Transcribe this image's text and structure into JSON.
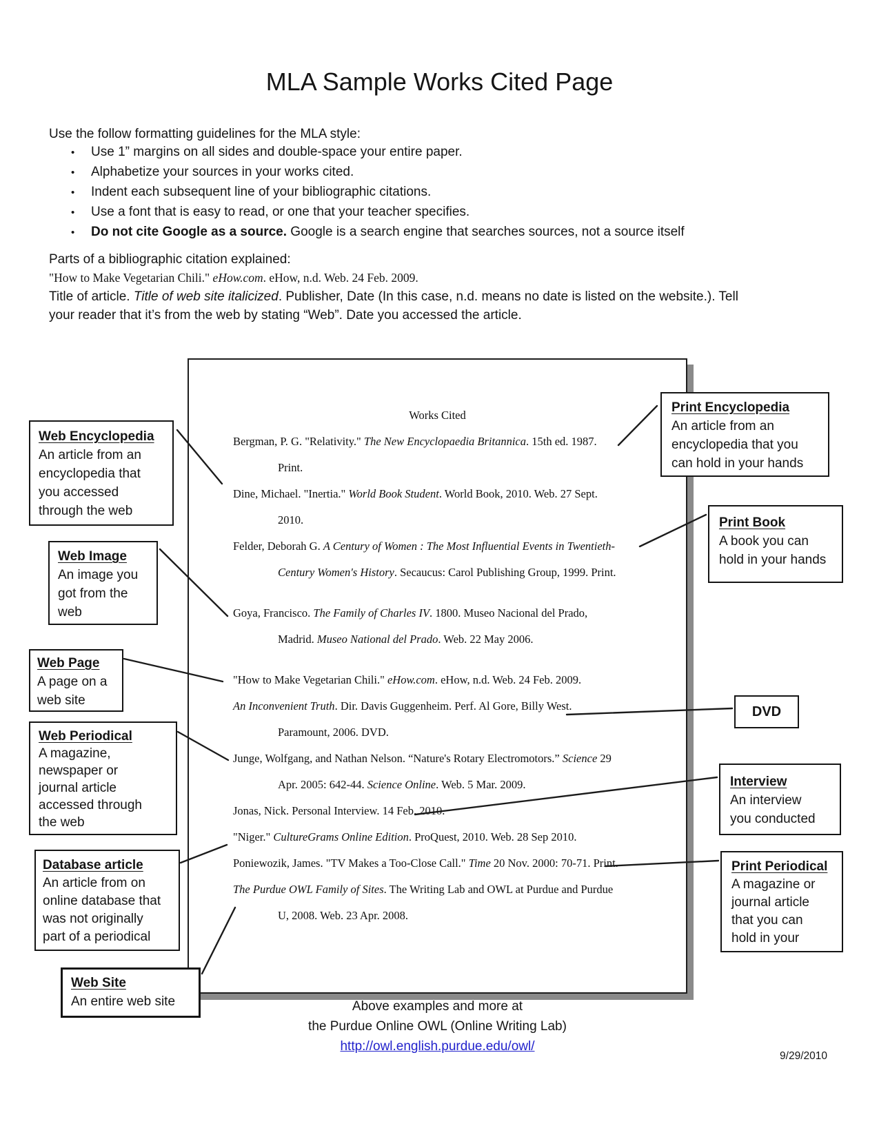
{
  "page": {
    "title": "MLA Sample Works Cited Page",
    "intro": "Use the follow formatting guidelines for the MLA style:",
    "bullet": "•",
    "bullets": [
      {
        "bold": "",
        "text": "Use 1” margins on all sides and double-space your entire paper."
      },
      {
        "bold": "",
        "text": "Alphabetize your sources in your works cited."
      },
      {
        "bold": "",
        "text": "Indent each subsequent line of your bibliographic citations."
      },
      {
        "bold": "",
        "text": "Use a font that is easy to read, or one that your teacher specifies."
      },
      {
        "bold": "Do not cite Google as a source.",
        "text": " Google is a search engine that searches sources, not a source itself"
      }
    ],
    "parts_heading": "Parts of a bibliographic citation explained:",
    "parts_example": [
      {
        "t": "\"How to Make Vegetarian Chili.\" ",
        "i": false
      },
      {
        "t": "eHow.com",
        "i": true
      },
      {
        "t": ". eHow, n.d. Web. 24 Feb. 2009.",
        "i": false
      }
    ],
    "parts_explanation": [
      [
        {
          "t": "Title of article. ",
          "i": false
        },
        {
          "t": "Title of web site italicized",
          "i": true
        },
        {
          "t": ". Publisher, Date (In this case, n.d. means no date is listed on the website.). Tell",
          "i": false
        }
      ],
      [
        {
          "t": "your reader that it’s from the web by stating “Web”. Date you accessed the article.",
          "i": false
        }
      ]
    ]
  },
  "works_cited": {
    "heading": "Works Cited",
    "citations": [
      {
        "gap": false,
        "lines": [
          {
            "indent": 0,
            "parts": [
              {
                "t": "Bergman, P. G. \"Relativity.\" ",
                "i": false
              },
              {
                "t": "The New Encyclopaedia Britannica",
                "i": true
              },
              {
                "t": ". 15th ed. 1987.",
                "i": false
              }
            ]
          },
          {
            "indent": 1,
            "parts": [
              {
                "t": "Print.",
                "i": false
              }
            ]
          }
        ]
      },
      {
        "gap": false,
        "lines": [
          {
            "indent": 0,
            "parts": [
              {
                "t": "Dine, Michael. \"Inertia.\" ",
                "i": false
              },
              {
                "t": "World Book Student",
                "i": true
              },
              {
                "t": ". World Book, 2010. Web. 27 Sept.",
                "i": false
              }
            ]
          },
          {
            "indent": 1,
            "parts": [
              {
                "t": "2010.",
                "i": false
              }
            ]
          }
        ]
      },
      {
        "gap": false,
        "lines": [
          {
            "indent": 0,
            "parts": [
              {
                "t": "Felder, Deborah G. ",
                "i": false
              },
              {
                "t": "A Century of Women : The Most Influential Events in Twentieth-",
                "i": true
              }
            ]
          },
          {
            "indent": 1,
            "parts": [
              {
                "t": "Century Women's History",
                "i": true
              },
              {
                "t": ". Secaucus: Carol Publishing Group, 1999. Print.",
                "i": false
              }
            ]
          }
        ]
      },
      {
        "gap": true,
        "lines": [
          {
            "indent": 0,
            "parts": [
              {
                "t": "Goya, Francisco. ",
                "i": false
              },
              {
                "t": "The Family of Charles IV",
                "i": true
              },
              {
                "t": ". 1800. Museo Nacional del Prado,",
                "i": false
              }
            ]
          },
          {
            "indent": 1,
            "parts": [
              {
                "t": "Madrid. ",
                "i": false
              },
              {
                "t": "Museo National del Prado",
                "i": true
              },
              {
                "t": ". Web. 22 May 2006.",
                "i": false
              }
            ]
          }
        ]
      },
      {
        "gap": true,
        "lines": [
          {
            "indent": 0,
            "parts": [
              {
                "t": "\"How to Make Vegetarian Chili.\" ",
                "i": false
              },
              {
                "t": "eHow.com",
                "i": true
              },
              {
                "t": ". eHow, n.d. Web. 24 Feb. 2009.",
                "i": false
              }
            ]
          }
        ]
      },
      {
        "gap": false,
        "lines": [
          {
            "indent": 0,
            "parts": [
              {
                "t": "An Inconvenient Truth",
                "i": true
              },
              {
                "t": ". Dir. Davis Guggenheim. Perf. Al Gore, Billy West.",
                "i": false
              }
            ]
          },
          {
            "indent": 1,
            "parts": [
              {
                "t": "Paramount, 2006. DVD.",
                "i": false
              }
            ]
          }
        ]
      },
      {
        "gap": false,
        "lines": [
          {
            "indent": 0,
            "parts": [
              {
                "t": "Junge, Wolfgang, and Nathan Nelson. “Nature's Rotary Electromotors.” ",
                "i": false
              },
              {
                "t": "Science",
                "i": true
              },
              {
                "t": " 29",
                "i": false
              }
            ]
          },
          {
            "indent": 1,
            "parts": [
              {
                "t": "Apr. 2005: 642-44. ",
                "i": false
              },
              {
                "t": "Science Online",
                "i": true
              },
              {
                "t": ". Web. 5 Mar. 2009.",
                "i": false
              }
            ]
          }
        ]
      },
      {
        "gap": false,
        "lines": [
          {
            "indent": 0,
            "parts": [
              {
                "t": "Jonas, Nick. Personal Interview. 14 Feb. 2010.",
                "i": false
              }
            ]
          }
        ]
      },
      {
        "gap": false,
        "lines": [
          {
            "indent": 0,
            "parts": [
              {
                "t": "\"Niger.\" ",
                "i": false
              },
              {
                "t": "CultureGrams Online Edition",
                "i": true
              },
              {
                "t": ". ProQuest, 2010. Web. 28 Sep 2010.",
                "i": false
              }
            ]
          }
        ]
      },
      {
        "gap": false,
        "lines": [
          {
            "indent": 0,
            "parts": [
              {
                "t": "Poniewozik, James. \"TV Makes a Too-Close Call.\" ",
                "i": false
              },
              {
                "t": "Time",
                "i": true
              },
              {
                "t": " 20 Nov. 2000: 70-71. Print.",
                "i": false
              }
            ]
          }
        ]
      },
      {
        "gap": false,
        "lines": [
          {
            "indent": 0,
            "parts": [
              {
                "t": "The Purdue OWL Family of Sites",
                "i": true
              },
              {
                "t": ". The Writing Lab and OWL at Purdue and Purdue",
                "i": false
              }
            ]
          },
          {
            "indent": 1,
            "parts": [
              {
                "t": "U, 2008. Web. 23 Apr. 2008.",
                "i": false
              }
            ]
          }
        ]
      }
    ]
  },
  "callouts": [
    {
      "title": "Web Encyclopedia",
      "desc": "An article from an\nencyclopedia that\nyou accessed\nthrough the web"
    },
    {
      "title": "Web Image",
      "desc": "An image you\ngot from the\nweb"
    },
    {
      "title": "Web Page",
      "desc": "A page on a\nweb site"
    },
    {
      "title": "Web Periodical",
      "desc": "A magazine,\nnewspaper or\njournal article\naccessed through\nthe web"
    },
    {
      "title": "Database article",
      "desc": "An article from on\nonline database that\nwas not originally\npart of a periodical"
    },
    {
      "title": "Web Site",
      "desc": "An entire web site"
    },
    {
      "title": "Print Encyclopedia",
      "desc": "An article from an\nencyclopedia that you\ncan hold in your hands"
    },
    {
      "title": "Print Book",
      "desc": "A book you can\nhold in your hands"
    },
    {
      "title": "DVD",
      "desc": ""
    },
    {
      "title": "Interview",
      "desc": "An interview\nyou conducted"
    },
    {
      "title": "Print Periodical",
      "desc": "A magazine or\njournal article\nthat you can\nhold in your"
    }
  ],
  "footer": {
    "line1": "Above examples and more at",
    "line2": "the Purdue Online OWL (Online Writing Lab)",
    "link": "http://owl.english.purdue.edu/owl/"
  },
  "date": "9/29/2010",
  "colors": {
    "link": "#2222cc",
    "shadow": "#8a8a8a",
    "ink": "#151515"
  }
}
